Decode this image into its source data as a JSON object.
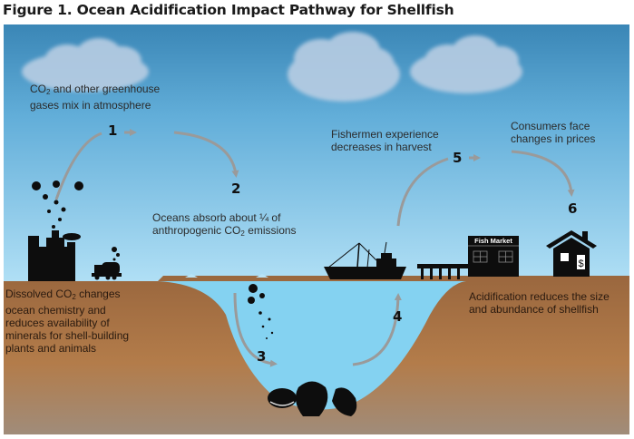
{
  "figure": {
    "title": "Figure 1. Ocean Acidification Impact Pathway for Shellfish"
  },
  "steps": [
    {
      "number": "1",
      "label_parts": [
        "CO",
        "2",
        " and other greenhouse",
        "gases mix in atmosphere"
      ]
    },
    {
      "number": "2",
      "label_parts": [
        "Oceans absorb about ",
        "¼",
        " of",
        "anthropogenic CO",
        "2",
        " emissions"
      ]
    },
    {
      "number": "3",
      "label_parts": [
        "Dissolved CO",
        "2",
        " changes",
        "ocean chemistry and",
        "reduces availability of",
        "minerals for shell-building",
        "plants and animals"
      ]
    },
    {
      "number": "4",
      "label": "Acidification reduces the size and abundance of shellfish",
      "label_lines": [
        "Acidification reduces the size",
        "and abundance of shellfish"
      ]
    },
    {
      "number": "5",
      "label_lines": [
        "Fishermen experience",
        "decreases in harvest"
      ]
    },
    {
      "number": "6",
      "label_lines": [
        "Consumers face",
        "changes in prices"
      ]
    }
  ],
  "icons": {
    "market_sign": "Fish Market",
    "house_symbol": "$"
  },
  "colors": {
    "sky_top": "#3a86b6",
    "sky_bottom": "#a9dcf5",
    "water": "#84d2f1",
    "soil_top": "#9c6a40",
    "soil_mid": "#b37d4b",
    "soil_bottom": "#9f8b78",
    "arrow": "#9a9a9a",
    "silhouette": "#0d0d0d"
  }
}
